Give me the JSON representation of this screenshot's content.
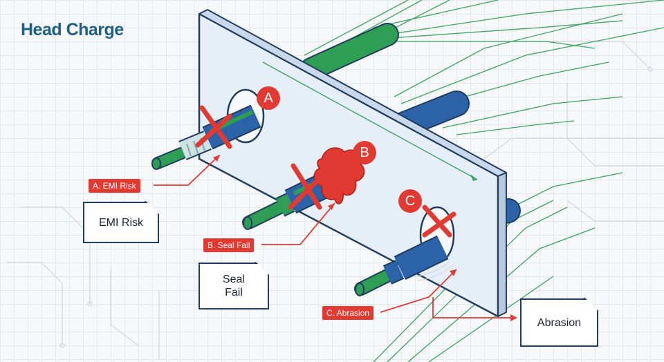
{
  "logo": {
    "text": "Head Charge"
  },
  "points": [
    {
      "letter": "A",
      "tag": "A. EMI Risk",
      "note": "EMI Risk"
    },
    {
      "letter": "B",
      "tag": "B. Seal Fail",
      "note_line1": "Seal",
      "note_line2": "Fail"
    },
    {
      "letter": "C",
      "tag": "C. Abrasion",
      "note": "Abrasion"
    }
  ],
  "colors": {
    "accent_red": "#e03a32",
    "cable_blue": "#2b62a8",
    "cable_green": "#2f9e55",
    "panel": "#e6eef7",
    "outline": "#1f3d5c",
    "logo": "#1d5f86"
  }
}
